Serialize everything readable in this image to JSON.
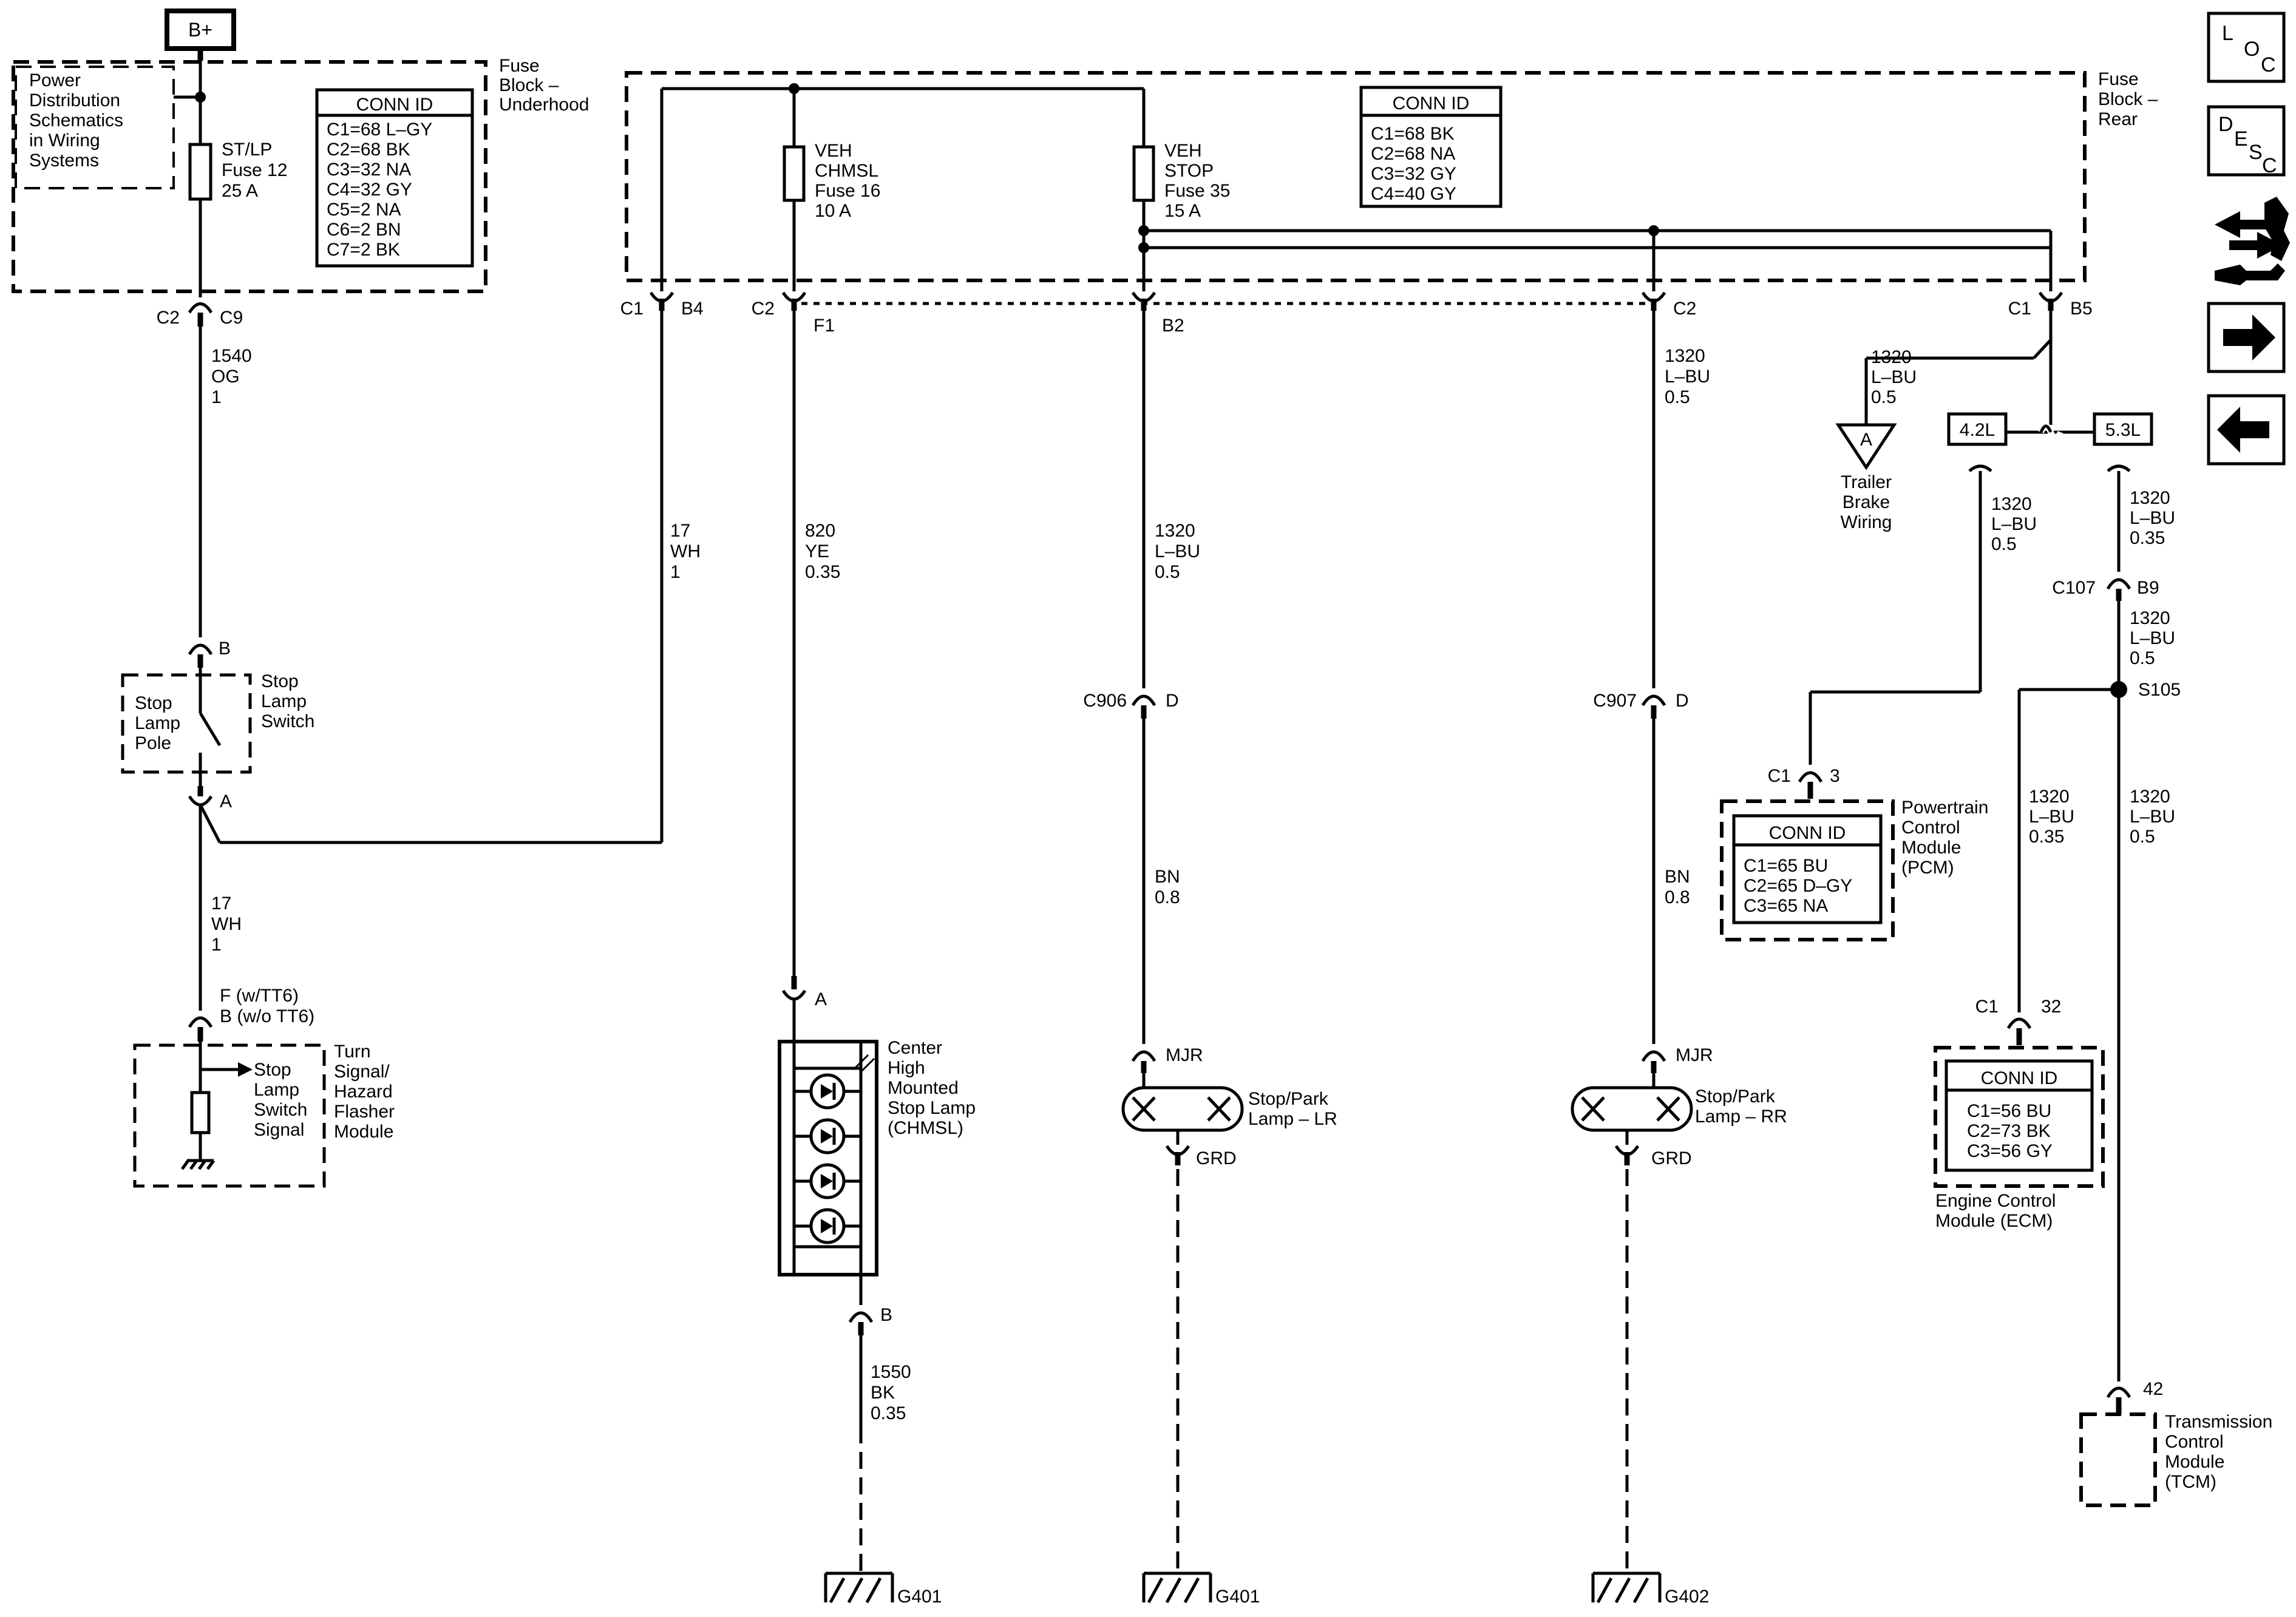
{
  "power": {
    "label": "B+"
  },
  "fuse_block_underhood": {
    "title": [
      "Fuse",
      "Block –",
      "Underhood"
    ],
    "note": [
      "Power",
      "Distribution",
      "Schematics",
      "in Wiring",
      "Systems"
    ],
    "fuse": [
      "ST/LP",
      "Fuse 12",
      "25 A"
    ],
    "conn_title": "CONN ID",
    "conn": [
      "C1=68 L–GY",
      "C2=68 BK",
      "C3=32 NA",
      "C4=32 GY",
      "C5=2 NA",
      "C6=2 BN",
      "C7=2 BK"
    ],
    "out_conn": "C2",
    "out_pin": "C9"
  },
  "fuse_block_rear": {
    "title": [
      "Fuse",
      "Block –",
      "Rear"
    ],
    "conn_title": "CONN ID",
    "conn": [
      "C1=68 BK",
      "C2=68 NA",
      "C3=32 GY",
      "C4=40 GY"
    ],
    "fuse_chmsl": [
      "VEH",
      "CHMSL",
      "Fuse 16",
      "10 A"
    ],
    "fuse_stop": [
      "VEH",
      "STOP",
      "Fuse 35",
      "15 A"
    ],
    "conn_b4": {
      "conn": "C1",
      "pin": "B4"
    },
    "conn_f1": {
      "conn": "C2",
      "pin": "F1"
    },
    "conn_b2": {
      "pin": "B2"
    },
    "conn_c2": {
      "conn": "C2"
    },
    "conn_b5": {
      "conn": "C1",
      "pin": "B5"
    }
  },
  "wires": {
    "w1540": [
      "1540",
      "OG",
      "1"
    ],
    "w17a": [
      "17",
      "WH",
      "1"
    ],
    "w17b": [
      "17",
      "WH",
      "1"
    ],
    "w820": [
      "820",
      "YE",
      "0.35"
    ],
    "w1320_lr": [
      "1320",
      "L–BU",
      "0.5"
    ],
    "w1320_rr": [
      "1320",
      "L–BU",
      "0.5"
    ],
    "w1320_trailer": [
      "1320",
      "L–BU",
      "0.5"
    ],
    "w1320_42": [
      "1320",
      "L–BU",
      "0.5"
    ],
    "w1320_53": [
      "1320",
      "L–BU",
      "0.35"
    ],
    "w1320_b9": [
      "1320",
      "L–BU",
      "0.5"
    ],
    "w1320_ecm": [
      "1320",
      "L–BU",
      "0.35"
    ],
    "w1320_tcm": [
      "1320",
      "L–BU",
      "0.5"
    ],
    "wbn_lr": [
      "BN",
      "0.8"
    ],
    "wbn_rr": [
      "BN",
      "0.8"
    ],
    "w1550": [
      "1550",
      "BK",
      "0.35"
    ]
  },
  "stop_lamp_switch": {
    "label": [
      "Stop",
      "Lamp",
      "Switch"
    ],
    "pole": [
      "Stop",
      "Lamp",
      "Pole"
    ],
    "pin_b": "B",
    "pin_a": "A"
  },
  "flasher_module": {
    "label": [
      "Turn",
      "Signal/",
      "Hazard",
      "Flasher",
      "Module"
    ],
    "signal": [
      "Stop",
      "Lamp",
      "Switch",
      "Signal"
    ],
    "pins": [
      "F (w/TT6)",
      "B (w/o TT6)"
    ]
  },
  "chmsl": {
    "label": [
      "Center",
      "High",
      "Mounted",
      "Stop Lamp",
      "(CHMSL)"
    ],
    "pin_a": "A",
    "pin_b": "B"
  },
  "lamp_lr": {
    "label": [
      "Stop/Park",
      "Lamp – LR"
    ],
    "pin_top": "MJR",
    "pin_bottom": "GRD",
    "conn": "C906",
    "conn_pin": "D"
  },
  "lamp_rr": {
    "label": [
      "Stop/Park",
      "Lamp – RR"
    ],
    "pin_top": "MJR",
    "pin_bottom": "GRD",
    "conn": "C907",
    "conn_pin": "D"
  },
  "trailer": {
    "label": [
      "Trailer",
      "Brake",
      "Wiring"
    ],
    "ref": "A"
  },
  "options": {
    "opt_42": "4.2L",
    "opt_53": "5.3L"
  },
  "c107": {
    "conn": "C107",
    "pin": "B9"
  },
  "splice": {
    "label": "S105"
  },
  "pcm": {
    "label": [
      "Powertrain",
      "Control",
      "Module",
      "(PCM)"
    ],
    "conn": "C1",
    "pin": "3",
    "conn_title": "CONN ID",
    "conn_list": [
      "C1=65 BU",
      "C2=65 D–GY",
      "C3=65 NA"
    ]
  },
  "ecm": {
    "label": [
      "Engine Control",
      "Module (ECM)"
    ],
    "conn": "C1",
    "pin": "32",
    "conn_title": "CONN ID",
    "conn_list": [
      "C1=56 BU",
      "C2=73 BK",
      "C3=56 GY"
    ]
  },
  "tcm": {
    "label": [
      "Transmission",
      "Control",
      "Module",
      "(TCM)"
    ],
    "pin": "42"
  },
  "grounds": {
    "g1": "G401",
    "g2": "G401",
    "g3": "G402"
  },
  "nav": {
    "loc": [
      "L",
      "O",
      "C"
    ],
    "desc": [
      "D",
      "E",
      "S",
      "C"
    ],
    "connector_icon": "connector-repair-icon",
    "next_icon": "arrow-right-icon",
    "prev_icon": "arrow-left-icon"
  }
}
